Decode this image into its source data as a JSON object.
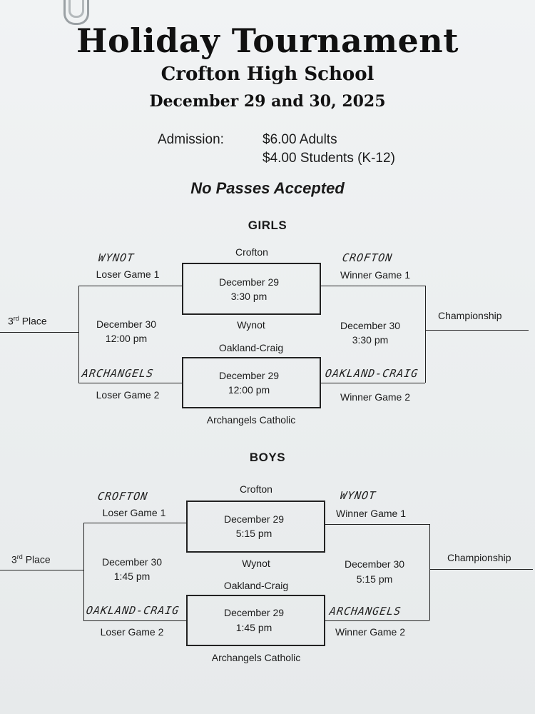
{
  "header": {
    "title": "Holiday Tournament",
    "school": "Crofton High School",
    "dates": "December 29 and 30, 2025"
  },
  "admission": {
    "label": "Admission:",
    "adults": "$6.00 Adults",
    "students": "$4.00 Students (K-12)"
  },
  "notice": "No Passes Accepted",
  "girls": {
    "heading": "GIRLS",
    "top_team": "Crofton",
    "game1_date": "December 29",
    "game1_time": "3:30 pm",
    "middle_team": "Wynot",
    "next_team": "Oakland-Craig",
    "game2_date": "December 29",
    "game2_time": "12:00 pm",
    "bottom_team": "Archangels Catholic",
    "loser_game1_label": "Loser Game 1",
    "loser_game1_hand": "WYNOT",
    "loser_game2_label": "Loser Game 2",
    "loser_game2_hand": "ARCHANGELS",
    "winner_game1_label": "Winner Game 1",
    "winner_game1_hand": "CROFTON",
    "winner_game2_label": "Winner Game 2",
    "winner_game2_hand": "OAKLAND-CRAIG",
    "third_date": "December 30",
    "third_time": "12:00 pm",
    "champ_date": "December 30",
    "champ_time": "3:30 pm",
    "third_label": "3rd Place",
    "champ_label": "Championship"
  },
  "boys": {
    "heading": "BOYS",
    "top_team": "Crofton",
    "game1_date": "December 29",
    "game1_time": "5:15 pm",
    "middle_team": "Wynot",
    "next_team": "Oakland-Craig",
    "game2_date": "December 29",
    "game2_time": "1:45 pm",
    "bottom_team": "Archangels Catholic",
    "loser_game1_label": "Loser Game 1",
    "loser_game1_hand": "CROFTON",
    "loser_game2_label": "Loser Game 2",
    "loser_game2_hand": "OAKLAND-CRAIG",
    "winner_game1_label": "Winner Game 1",
    "winner_game1_hand": "WYNOT",
    "winner_game2_label": "Winner Game 2",
    "winner_game2_hand": "ARCHANGELS",
    "third_date": "December 30",
    "third_time": "1:45 pm",
    "champ_date": "December 30",
    "champ_time": "5:15 pm",
    "third_label": "3rd Place",
    "champ_label": "Championship"
  }
}
